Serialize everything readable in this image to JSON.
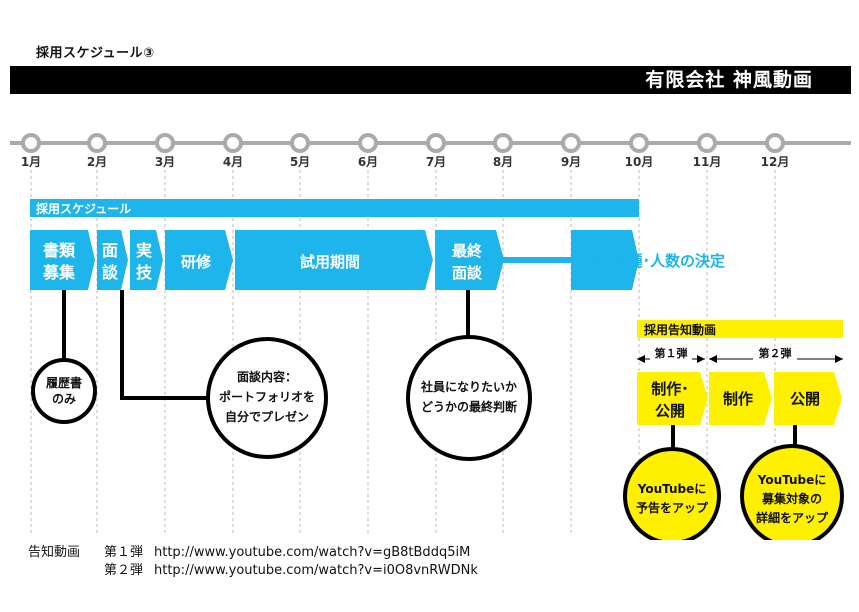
{
  "page_title": "採用スケジュール③",
  "company": "有限会社 神風動画",
  "colors": {
    "blue": "#1eb4ec",
    "yellow": "#fff000",
    "black": "#000000",
    "grey": "#aaaaaa"
  },
  "months": [
    "1月",
    "2月",
    "3月",
    "4月",
    "5月",
    "6月",
    "7月",
    "8月",
    "9月",
    "10月",
    "11月",
    "12月"
  ],
  "schedule_bar_label": "採用スケジュール",
  "steps": {
    "document": [
      "書類",
      "募集"
    ],
    "interview": [
      "面",
      "談"
    ],
    "skill": [
      "実",
      "技"
    ],
    "training": "研修",
    "trial": "試用期間",
    "final": [
      "最終",
      "面談"
    ],
    "decision": "対象･職種･人数の決定"
  },
  "circles": {
    "resume": [
      "履歴書",
      "のみ"
    ],
    "interview_content": [
      "面談内容：",
      "ポートフォリオを",
      "自分でプレゼン"
    ],
    "final_check": [
      "社員になりたいか",
      "どうかの最終判断"
    ],
    "youtube_preview": [
      "YouTubeに",
      "予告をアップ"
    ],
    "youtube_detail": [
      "YouTubeに",
      "募集対象の",
      "詳細をアップ"
    ]
  },
  "notice": {
    "label": "採用告知動画",
    "first": "第１弾",
    "second": "第２弾",
    "production_publish": [
      "制作･",
      "公開"
    ],
    "production": "制作",
    "publish": "公開"
  },
  "footer": {
    "label": "告知動画",
    "first": "第１弾",
    "first_url": "http://www.youtube.com/watch?v=gB8tBddq5iM",
    "second": "第２弾",
    "second_url": "http://www.youtube.com/watch?v=i0O8vnRWDNk"
  }
}
